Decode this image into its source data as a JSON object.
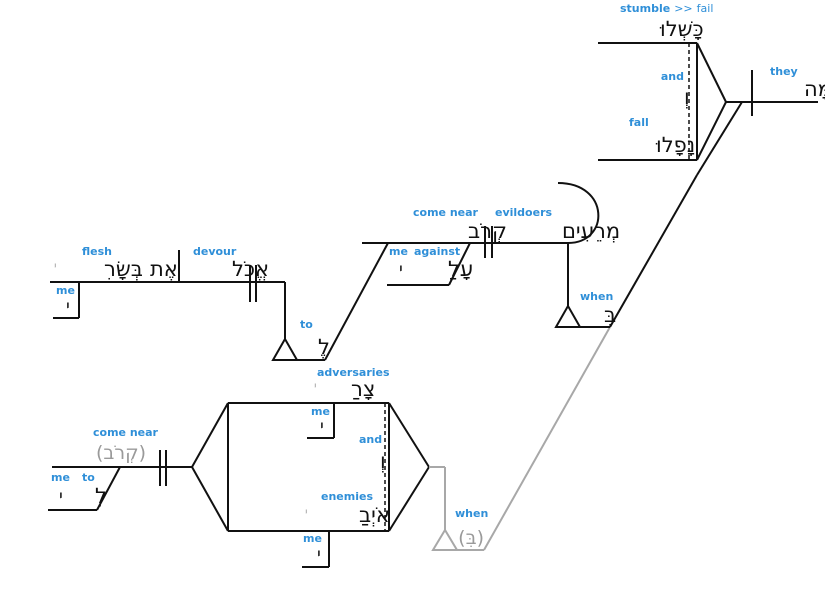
{
  "diagram": {
    "colors": {
      "line": "#111111",
      "implied_line": "#a8a8a8",
      "gloss": "#2f8fd8",
      "hebrew": "#111111",
      "implied_hebrew": "#9a9a9a"
    },
    "main_clause": {
      "subject": {
        "gloss": "they",
        "hebrew": "הֵמָּה"
      },
      "verb_1": {
        "gloss": "stumble",
        "gloss_arrow": ">>",
        "gloss_alt": "fail",
        "hebrew": "כָּשְׁלוּ"
      },
      "conjunction": {
        "gloss": "and",
        "hebrew": "וְ"
      },
      "verb_2": {
        "gloss": "fall",
        "hebrew": "נָפָלוּ"
      }
    },
    "clause_1": {
      "verb": {
        "gloss": "come near",
        "hebrew": "קְרֹב"
      },
      "subject": {
        "gloss": "evildoers",
        "hebrew": "מְרֵעִים"
      },
      "preposition": {
        "gloss": "against",
        "hebrew": "עָלַ"
      },
      "object_suffix": {
        "gloss": "me",
        "hebrew": "י"
      },
      "conjunction": {
        "gloss": "when",
        "hebrew": "בִּ"
      },
      "infinitive_prep": {
        "gloss": "to",
        "hebrew": "לֶ"
      },
      "inf_verb": {
        "gloss": "devour",
        "hebrew": "אֱכֹל"
      },
      "marker": {
        "hebrew": "אֶת"
      },
      "object": {
        "gloss": "flesh",
        "hebrew": "בְּשָׂרִ"
      },
      "possessor": {
        "gloss": "me",
        "hebrew": "י"
      },
      "ghost_yod": "י"
    },
    "clause_2": {
      "subject_1": {
        "gloss": "adversaries",
        "hebrew": "צָרַ",
        "ghost": "י"
      },
      "possessor_1": {
        "gloss": "me",
        "hebrew": "י"
      },
      "conjunction": {
        "gloss": "and",
        "hebrew": "וְ"
      },
      "subject_2": {
        "gloss": "enemies",
        "hebrew": "אֹיְבַ",
        "ghost": "י"
      },
      "possessor_2": {
        "gloss": "me",
        "hebrew": "י"
      },
      "verb": {
        "gloss": "come near",
        "hebrew": "(קְרֹב)"
      },
      "prep": {
        "gloss": "to",
        "hebrew": "לִ"
      },
      "object": {
        "gloss": "me",
        "hebrew": "י"
      },
      "conjunction_when": {
        "gloss": "when",
        "hebrew": "(בִּ)"
      }
    }
  }
}
